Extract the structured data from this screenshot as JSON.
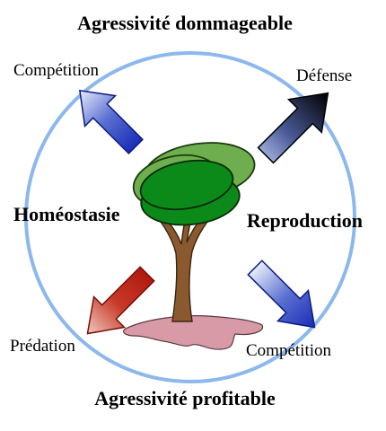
{
  "title_top": "Agressivité dommageable",
  "title_bottom": "Agressivité profitable",
  "left_center_label": "Homéostasie",
  "right_center_label": "Reproduction",
  "arrows": [
    {
      "label": "Compétition",
      "direction": "up-left",
      "color": "#1a2db8"
    },
    {
      "label": "Défense",
      "direction": "up-right",
      "color": "#000000"
    },
    {
      "label": "Prédation",
      "direction": "down-left",
      "color": "#b01a10"
    },
    {
      "label": "Compétition",
      "direction": "down-right",
      "color": "#1a2db8"
    }
  ],
  "colors": {
    "circle": "#8db8ee",
    "foliage_light": "#6fae4e",
    "foliage_dark": "#0b8a1a",
    "trunk": "#8a5a2e",
    "shadow": "#d99aa8"
  }
}
